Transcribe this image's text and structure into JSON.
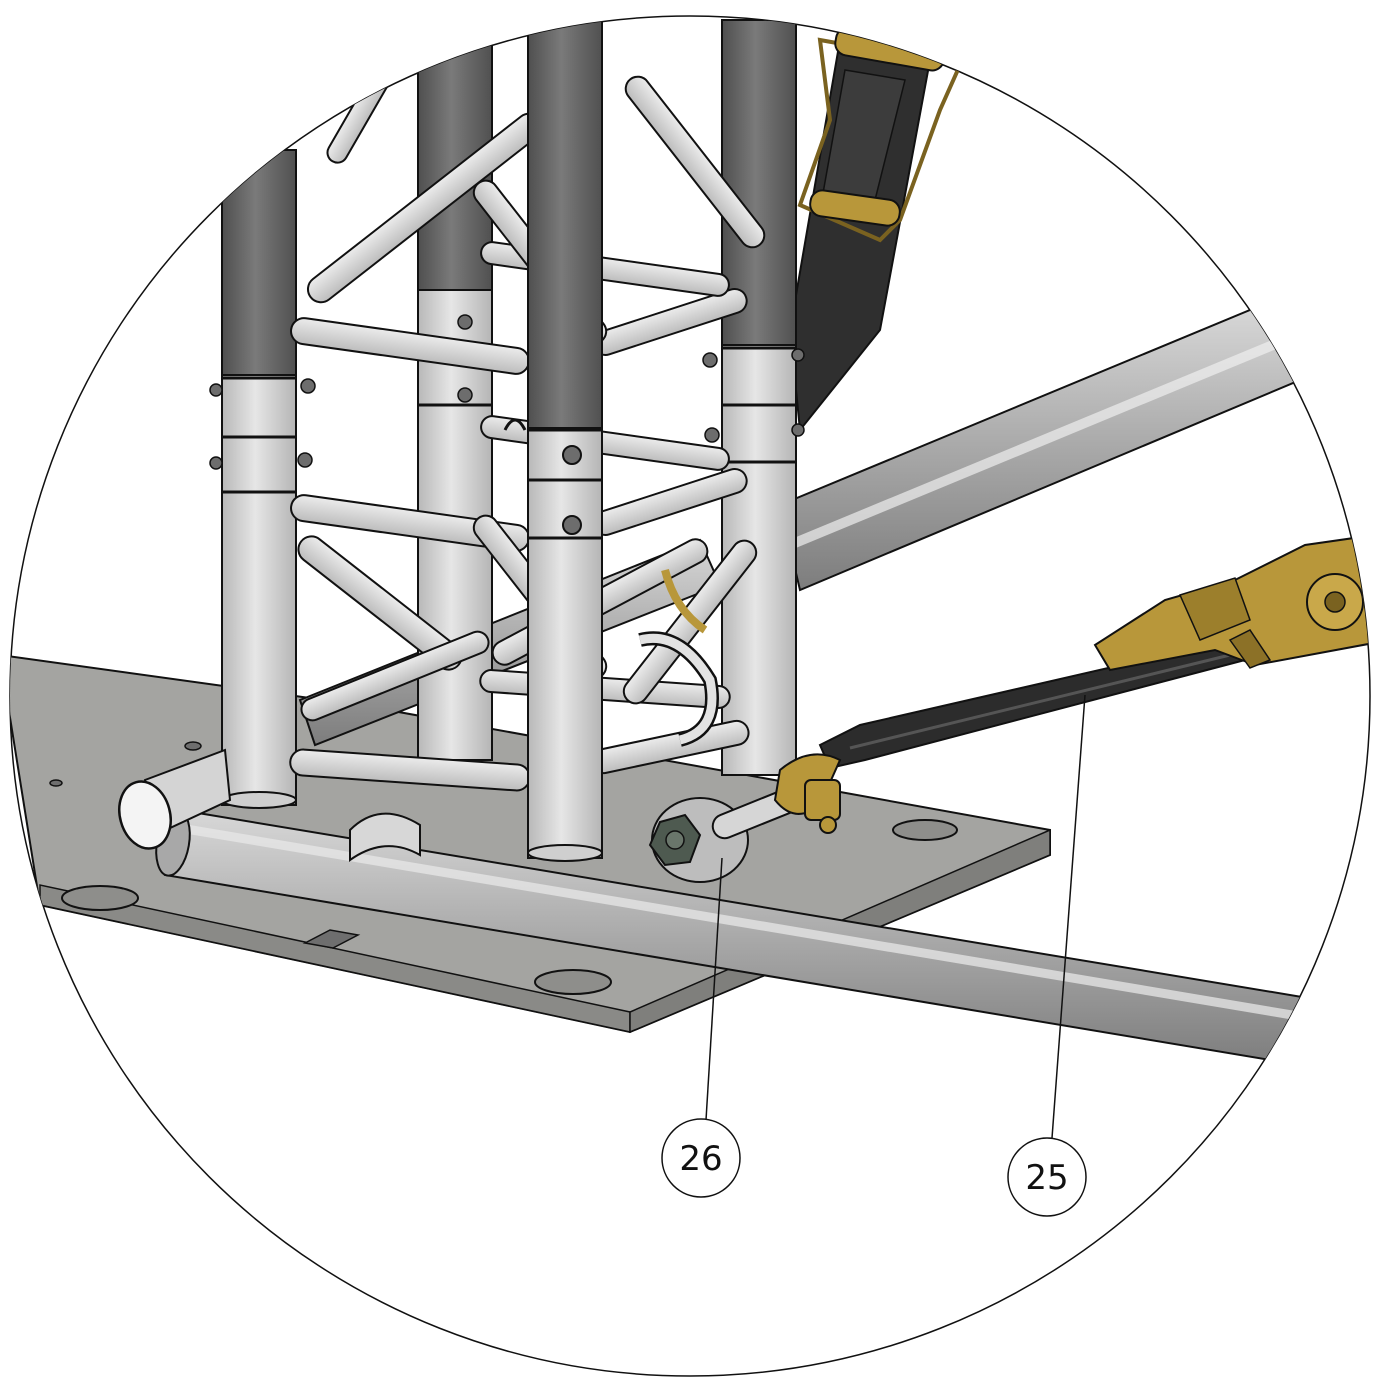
{
  "diagram": {
    "callouts": [
      {
        "id": "callout-26",
        "label": "26"
      },
      {
        "id": "callout-25",
        "label": "25"
      }
    ]
  },
  "colors": {
    "background": "#ffffff",
    "outline": "#111111",
    "plate": "#9b9b98",
    "plate_edge": "#6f6f6d",
    "tube_light": "#d9d9d9",
    "tube_mid": "#bdbdbd",
    "tube_dark": "#6b6b6b",
    "leg_dark": "#5e5e5e",
    "strap_dark": "#2e2e2e",
    "brass": "#b8973a",
    "brass_dark": "#7a6220"
  }
}
